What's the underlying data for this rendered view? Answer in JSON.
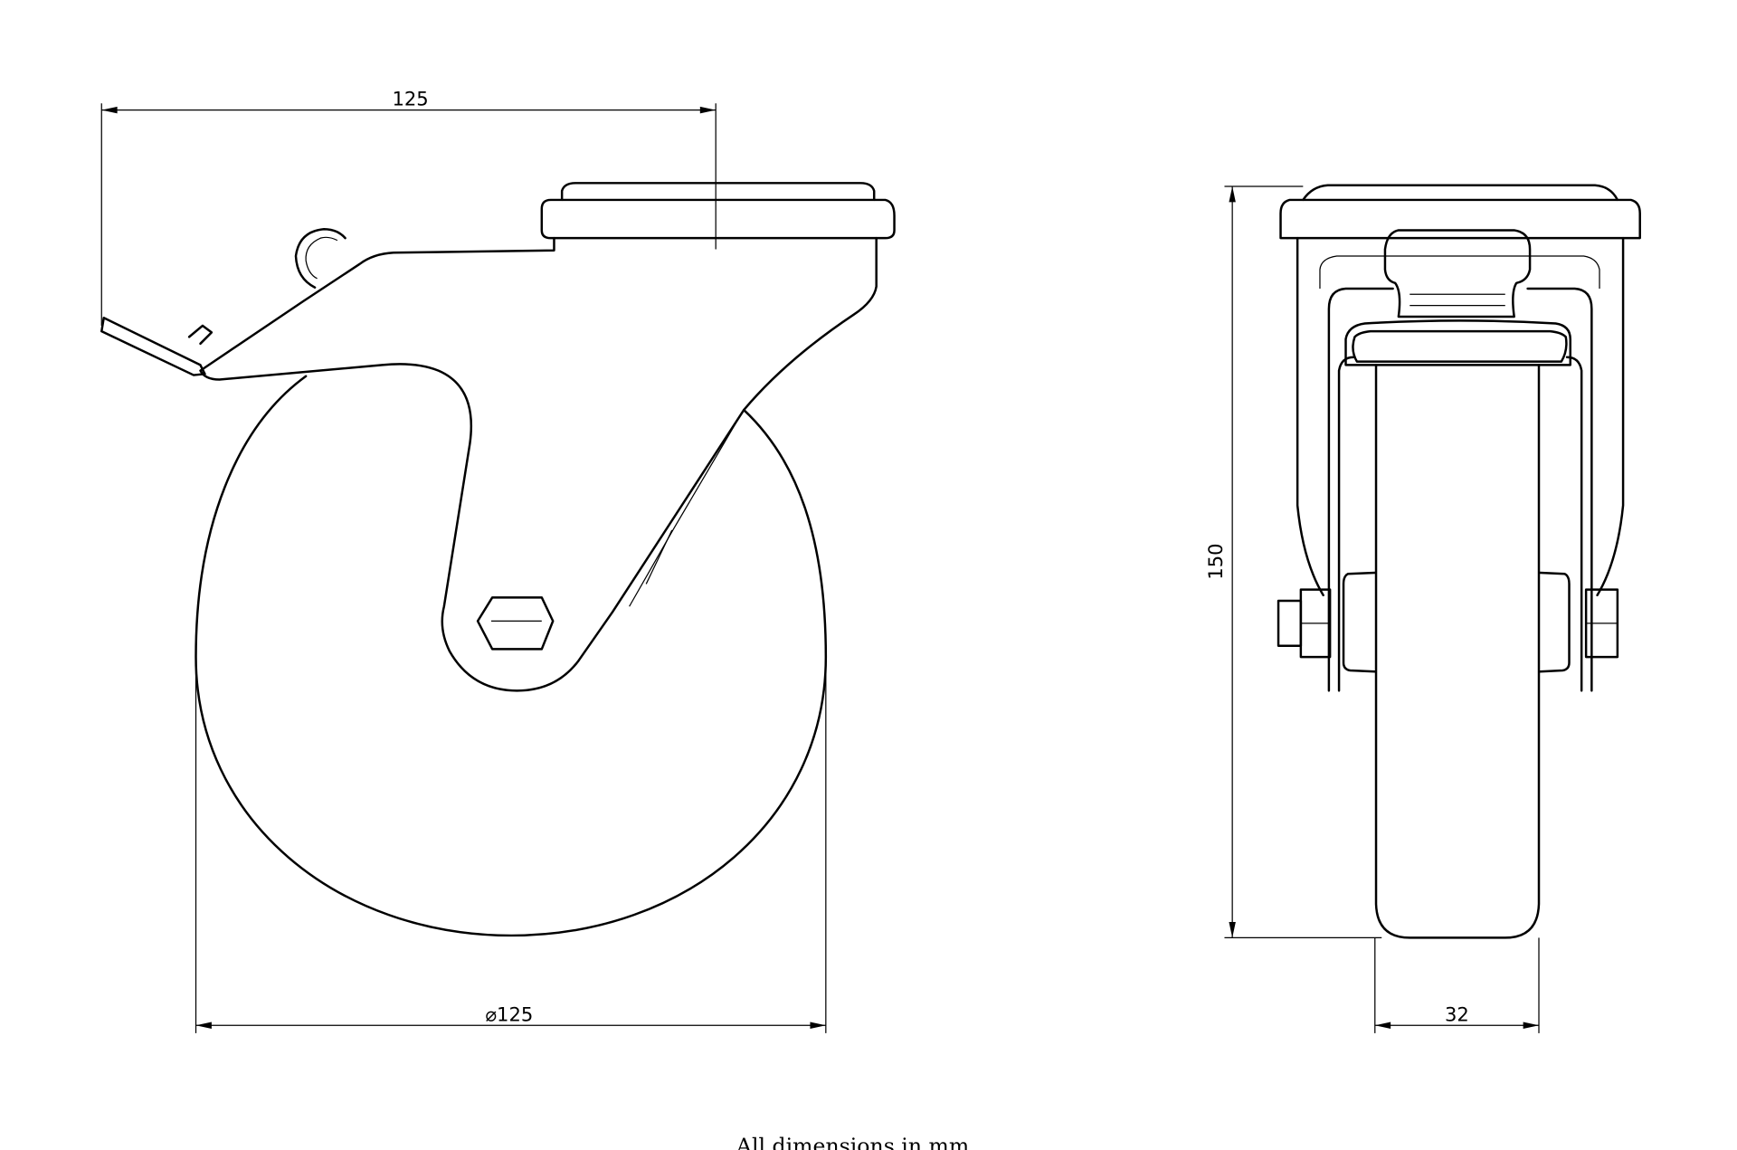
{
  "drawing": {
    "side_view": {
      "dim_offset": "125",
      "dim_wheel_diameter": "⌀125"
    },
    "front_view": {
      "dim_height": "150",
      "dim_wheel_width": "32"
    },
    "footer_note": "All dimensions in mm."
  }
}
